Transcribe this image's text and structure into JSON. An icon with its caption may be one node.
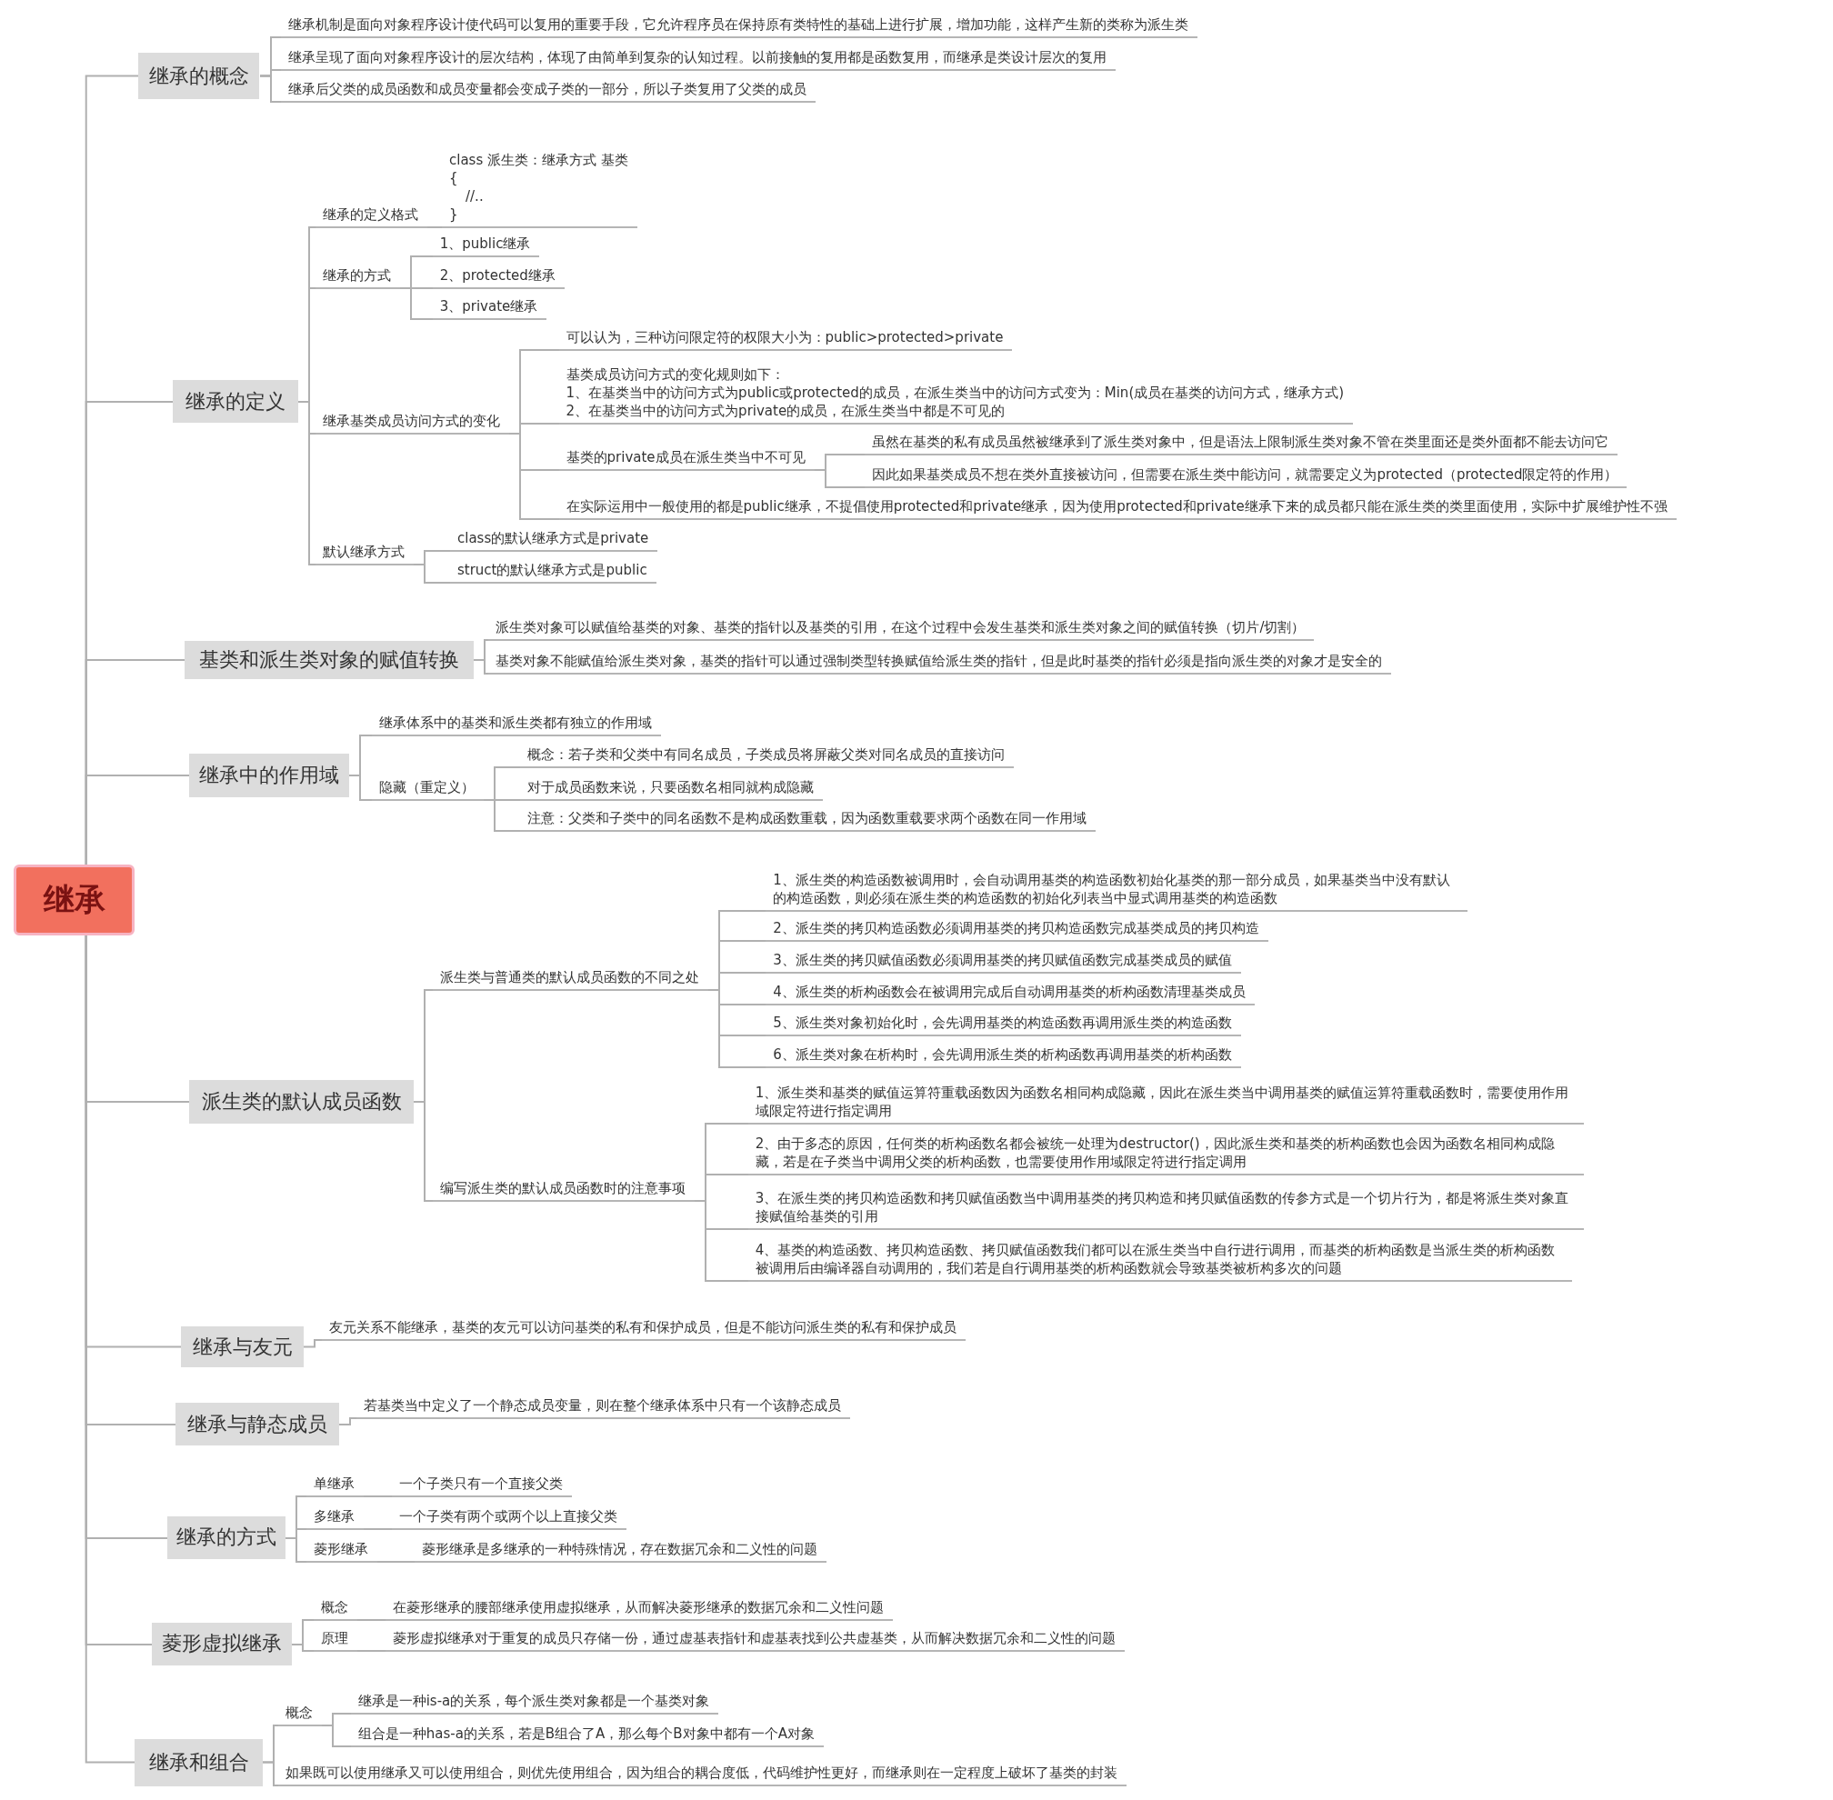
{
  "diagram": {
    "nodes": [
      {
        "text": [
          "继承"
        ]
      },
      {
        "text": [
          "继承的概念"
        ]
      },
      {
        "text": [
          "继承机制是面向对象程序设计使代码可以复用的重要手段，它允许程序员在保持原有类特性的基础上进行扩展，增加功能，这样产生新的类称为派生类"
        ]
      },
      {
        "text": [
          "继承呈现了面向对象程序设计的层次结构，体现了由简单到复杂的认知过程。以前接触的复用都是函数复用，而继承是类设计层次的复用"
        ]
      },
      {
        "text": [
          "继承后父类的成员函数和成员变量都会变成子类的一部分，所以子类复用了父类的成员"
        ]
      },
      {
        "text": [
          "继承的定义"
        ]
      },
      {
        "text": [
          "继承的定义格式"
        ]
      },
      {
        "text": [
          "class 派生类：继承方式 基类",
          "{",
          "//..",
          "}"
        ]
      },
      {
        "text": [
          "继承的方式"
        ]
      },
      {
        "text": [
          "1、public继承"
        ]
      },
      {
        "text": [
          "2、protected继承"
        ]
      },
      {
        "text": [
          "3、private继承"
        ]
      },
      {
        "text": [
          "继承基类成员访问方式的变化"
        ]
      },
      {
        "text": [
          "可以认为，三种访问限定符的权限大小为：public>protected>private"
        ]
      },
      {
        "text": [
          "基类成员访问方式的变化规则如下：",
          "1、在基类当中的访问方式为public或protected的成员，在派生类当中的访问方式变为：Min(成员在基类的访问方式，继承方式)",
          "2、在基类当中的访问方式为private的成员，在派生类当中都是不可见的"
        ]
      },
      {
        "text": [
          "基类的private成员在派生类当中不可见"
        ]
      },
      {
        "text": [
          "虽然在基类的私有成员虽然被继承到了派生类对象中，但是语法上限制派生类对象不管在类里面还是类外面都不能去访问它"
        ]
      },
      {
        "text": [
          "因此如果基类成员不想在类外直接被访问，但需要在派生类中能访问，就需要定义为protected（protected限定符的作用）"
        ]
      },
      {
        "text": [
          "在实际运用中一般使用的都是public继承，不提倡使用protected和private继承，因为使用protected和private继承下来的成员都只能在派生类的类里面使用，实际中扩展维护性不强"
        ]
      },
      {
        "text": [
          "默认继承方式"
        ]
      },
      {
        "text": [
          "class的默认继承方式是private"
        ]
      },
      {
        "text": [
          "struct的默认继承方式是public"
        ]
      },
      {
        "text": [
          "基类和派生类对象的赋值转换"
        ]
      },
      {
        "text": [
          "派生类对象可以赋值给基类的对象、基类的指针以及基类的引用，在这个过程中会发生基类和派生类对象之间的赋值转换（切片/切割）"
        ]
      },
      {
        "text": [
          "基类对象不能赋值给派生类对象，基类的指针可以通过强制类型转换赋值给派生类的指针，但是此时基类的指针必须是指向派生类的对象才是安全的"
        ]
      },
      {
        "text": [
          "继承中的作用域"
        ]
      },
      {
        "text": [
          "继承体系中的基类和派生类都有独立的作用域"
        ]
      },
      {
        "text": [
          "隐藏（重定义）"
        ]
      },
      {
        "text": [
          "概念：若子类和父类中有同名成员，子类成员将屏蔽父类对同名成员的直接访问"
        ]
      },
      {
        "text": [
          "对于成员函数来说，只要函数名相同就构成隐藏"
        ]
      },
      {
        "text": [
          "注意：父类和子类中的同名函数不是构成函数重载，因为函数重载要求两个函数在同一作用域"
        ]
      },
      {
        "text": [
          "派生类的默认成员函数"
        ]
      },
      {
        "text": [
          "派生类与普通类的默认成员函数的不同之处"
        ]
      },
      {
        "text": [
          "1、派生类的构造函数被调用时，会自动调用基类的构造函数初始化基类的那一部分成员，如果基类当中没有默认的构造函数，则必须在派生类的构造函数的初始化列表当中显式调用基类的构造函数"
        ]
      },
      {
        "text": [
          "2、派生类的拷贝构造函数必须调用基类的拷贝构造函数完成基类成员的拷贝构造"
        ]
      },
      {
        "text": [
          "3、派生类的拷贝赋值函数必须调用基类的拷贝赋值函数完成基类成员的赋值"
        ]
      },
      {
        "text": [
          "4、派生类的析构函数会在被调用完成后自动调用基类的析构函数清理基类成员"
        ]
      },
      {
        "text": [
          "5、派生类对象初始化时，会先调用基类的构造函数再调用派生类的构造函数"
        ]
      },
      {
        "text": [
          "6、派生类对象在析构时，会先调用派生类的析构函数再调用基类的析构函数"
        ]
      },
      {
        "text": [
          "编写派生类的默认成员函数时的注意事项"
        ]
      },
      {
        "text": [
          "1、派生类和基类的赋值运算符重载函数因为函数名相同构成隐藏，因此在派生类当中调用基类的赋值运算符重载函数时，需要使用作用域限定符进行指定调用"
        ]
      },
      {
        "text": [
          "2、由于多态的原因，任何类的析构函数名都会被统一处理为destructor()，因此派生类和基类的析构函数也会因为函数名相同构成隐藏，若是在子类当中调用父类的析构函数，也需要使用作用域限定符进行指定调用"
        ]
      },
      {
        "text": [
          "3、在派生类的拷贝构造函数和拷贝赋值函数当中调用基类的拷贝构造和拷贝赋值函数的传参方式是一个切片行为，都是将派生类对象直接赋值给基类的引用"
        ]
      },
      {
        "text": [
          "4、基类的构造函数、拷贝构造函数、拷贝赋值函数我们都可以在派生类当中自行进行调用，而基类的析构函数是当派生类的析构函数被调用后由编译器自动调用的，我们若是自行调用基类的析构函数就会导致基类被析构多次的问题"
        ]
      },
      {
        "text": [
          "继承与友元"
        ]
      },
      {
        "text": [
          "友元关系不能继承，基类的友元可以访问基类的私有和保护成员，但是不能访问派生类的私有和保护成员"
        ]
      },
      {
        "text": [
          "继承与静态成员"
        ]
      },
      {
        "text": [
          "若基类当中定义了一个静态成员变量，则在整个继承体系中只有一个该静态成员"
        ]
      },
      {
        "text": [
          "继承的方式"
        ]
      },
      {
        "text": [
          "单继承"
        ]
      },
      {
        "text": [
          "一个子类只有一个直接父类"
        ]
      },
      {
        "text": [
          "多继承"
        ]
      },
      {
        "text": [
          "一个子类有两个或两个以上直接父类"
        ]
      },
      {
        "text": [
          "菱形继承"
        ]
      },
      {
        "text": [
          "菱形继承是多继承的一种特殊情况，存在数据冗余和二义性的问题"
        ]
      },
      {
        "text": [
          "菱形虚拟继承"
        ]
      },
      {
        "text": [
          "概念"
        ]
      },
      {
        "text": [
          "在菱形继承的腰部继承使用虚拟继承，从而解决菱形继承的数据冗余和二义性问题"
        ]
      },
      {
        "text": [
          "原理"
        ]
      },
      {
        "text": [
          "菱形虚拟继承对于重复的成员只存储一份，通过虚基表指针和虚基表找到公共虚基类，从而解决数据冗余和二义性的问题"
        ]
      },
      {
        "text": [
          "继承和组合"
        ]
      },
      {
        "text": [
          "概念"
        ]
      },
      {
        "text": [
          "继承是一种is-a的关系，每个派生类对象都是一个基类对象"
        ]
      },
      {
        "text": [
          "组合是一种has-a的关系，若是B组合了A，那么每个B对象中都有一个A对象"
        ]
      },
      {
        "text": [
          "如果既可以使用继承又可以使用组合，则优先使用组合，因为组合的耦合度低，代码维护性更好，而继承则在一定程度上破坏了基类的封装"
        ]
      }
    ],
    "edges": [
      {
        "from": 0,
        "to": 1,
        "arrow": "none"
      },
      {
        "from": 0,
        "to": 5,
        "arrow": "none"
      },
      {
        "from": 0,
        "to": 22,
        "arrow": "none"
      },
      {
        "from": 0,
        "to": 25,
        "arrow": "none"
      },
      {
        "from": 0,
        "to": 31,
        "arrow": "none"
      },
      {
        "from": 0,
        "to": 44,
        "arrow": "none"
      },
      {
        "from": 0,
        "to": 46,
        "arrow": "none"
      },
      {
        "from": 0,
        "to": 48,
        "arrow": "none"
      },
      {
        "from": 0,
        "to": 55,
        "arrow": "none"
      },
      {
        "from": 0,
        "to": 60,
        "arrow": "none"
      },
      {
        "from": 1,
        "to": 2,
        "arrow": "none"
      },
      {
        "from": 1,
        "to": 3,
        "arrow": "none"
      },
      {
        "from": 1,
        "to": 4,
        "arrow": "none"
      },
      {
        "from": 5,
        "to": 6,
        "arrow": "none"
      },
      {
        "from": 5,
        "to": 8,
        "arrow": "none"
      },
      {
        "from": 5,
        "to": 12,
        "arrow": "none"
      },
      {
        "from": 5,
        "to": 19,
        "arrow": "none"
      },
      {
        "from": 6,
        "to": 7,
        "arrow": "none"
      },
      {
        "from": 8,
        "to": 9,
        "arrow": "none"
      },
      {
        "from": 8,
        "to": 10,
        "arrow": "none"
      },
      {
        "from": 8,
        "to": 11,
        "arrow": "none"
      },
      {
        "from": 12,
        "to": 13,
        "arrow": "none"
      },
      {
        "from": 12,
        "to": 14,
        "arrow": "none"
      },
      {
        "from": 12,
        "to": 15,
        "arrow": "none"
      },
      {
        "from": 12,
        "to": 18,
        "arrow": "none"
      },
      {
        "from": 15,
        "to": 16,
        "arrow": "none"
      },
      {
        "from": 15,
        "to": 17,
        "arrow": "none"
      },
      {
        "from": 19,
        "to": 20,
        "arrow": "none"
      },
      {
        "from": 19,
        "to": 21,
        "arrow": "none"
      },
      {
        "from": 22,
        "to": 23,
        "arrow": "none"
      },
      {
        "from": 22,
        "to": 24,
        "arrow": "none"
      },
      {
        "from": 25,
        "to": 26,
        "arrow": "none"
      },
      {
        "from": 25,
        "to": 27,
        "arrow": "none"
      },
      {
        "from": 27,
        "to": 28,
        "arrow": "none"
      },
      {
        "from": 27,
        "to": 29,
        "arrow": "none"
      },
      {
        "from": 27,
        "to": 30,
        "arrow": "none"
      },
      {
        "from": 31,
        "to": 32,
        "arrow": "none"
      },
      {
        "from": 31,
        "to": 39,
        "arrow": "none"
      },
      {
        "from": 32,
        "to": 33,
        "arrow": "none"
      },
      {
        "from": 32,
        "to": 34,
        "arrow": "none"
      },
      {
        "from": 32,
        "to": 35,
        "arrow": "none"
      },
      {
        "from": 32,
        "to": 36,
        "arrow": "none"
      },
      {
        "from": 32,
        "to": 37,
        "arrow": "none"
      },
      {
        "from": 32,
        "to": 38,
        "arrow": "none"
      },
      {
        "from": 39,
        "to": 40,
        "arrow": "none"
      },
      {
        "from": 39,
        "to": 41,
        "arrow": "none"
      },
      {
        "from": 39,
        "to": 42,
        "arrow": "none"
      },
      {
        "from": 39,
        "to": 43,
        "arrow": "none"
      },
      {
        "from": 44,
        "to": 45,
        "arrow": "none"
      },
      {
        "from": 46,
        "to": 47,
        "arrow": "none"
      },
      {
        "from": 48,
        "to": 49,
        "arrow": "none"
      },
      {
        "from": 48,
        "to": 51,
        "arrow": "none"
      },
      {
        "from": 48,
        "to": 53,
        "arrow": "none"
      },
      {
        "from": 49,
        "to": 50,
        "arrow": "none"
      },
      {
        "from": 51,
        "to": 52,
        "arrow": "none"
      },
      {
        "from": 53,
        "to": 54,
        "arrow": "none"
      },
      {
        "from": 55,
        "to": 56,
        "arrow": "none"
      },
      {
        "from": 55,
        "to": 58,
        "arrow": "none"
      },
      {
        "from": 56,
        "to": 57,
        "arrow": "none"
      },
      {
        "from": 58,
        "to": 59,
        "arrow": "none"
      },
      {
        "from": 60,
        "to": 61,
        "arrow": "none"
      },
      {
        "from": 60,
        "to": 64,
        "arrow": "none"
      },
      {
        "from": 61,
        "to": 62,
        "arrow": "none"
      },
      {
        "from": 61,
        "to": 63,
        "arrow": "none"
      }
    ]
  }
}
